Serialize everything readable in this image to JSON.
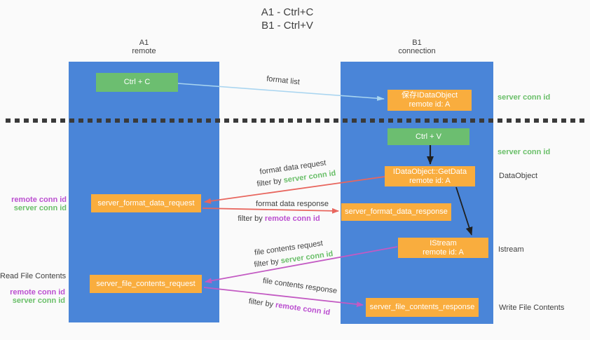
{
  "title": {
    "line1": "A1 - Ctrl+C",
    "line2": "B1 - Ctrl+V"
  },
  "columns": {
    "a1": {
      "name": "A1",
      "subtitle": "remote"
    },
    "b1": {
      "name": "B1",
      "subtitle": "connection"
    }
  },
  "boxes": {
    "ctrl_c": {
      "label": "Ctrl + C"
    },
    "ctrl_v": {
      "label": "Ctrl + V"
    },
    "save_dataobject": {
      "line1": "保存IDataObject",
      "line2": "remote id: A"
    },
    "getdata": {
      "line1": "IDataObject::GetData",
      "line2": "remote id: A"
    },
    "istream": {
      "line1": "IStream",
      "line2": "remote id: A"
    },
    "format_request": {
      "label": "server_format_data_request"
    },
    "format_response": {
      "label": "server_format_data_response"
    },
    "file_request": {
      "label": "server_file_contents_request"
    },
    "file_response": {
      "label": "server_file_contents_response"
    }
  },
  "flow_labels": {
    "format_list": "format list",
    "format_data_request": "format data request",
    "format_data_response": "format data response",
    "file_contents_request": "file contents request",
    "file_contents_response": "file contents response",
    "filter_prefix": "filter by ",
    "server_conn_id": "server conn id",
    "remote_conn_id": "remote conn id"
  },
  "side_labels": {
    "right": {
      "server_conn_id_top": "server conn id",
      "server_conn_id_mid": "server conn id",
      "dataobject": "DataObject",
      "istream": "Istream",
      "write_file_contents": "Write File Contents"
    },
    "left": {
      "remote_conn_id_top": "remote conn id",
      "server_conn_id_top": "server conn id",
      "read_file_contents": "Read File Contents",
      "remote_conn_id_bottom": "remote conn id",
      "server_conn_id_bottom": "server conn id"
    }
  },
  "colors": {
    "bg": "#fafafa",
    "column_blue": "#4a85d8",
    "box_orange": "#f9ad3e",
    "box_green": "#6cbe70",
    "arrow_red": "#e8665e",
    "arrow_purple": "#c35ac3",
    "arrow_lightblue": "#a9d5f0",
    "arrow_black": "#1f1f1f",
    "text_dark": "#3f3f3f",
    "green_text": "#6abf69",
    "purple_text": "#bb4fd0"
  }
}
